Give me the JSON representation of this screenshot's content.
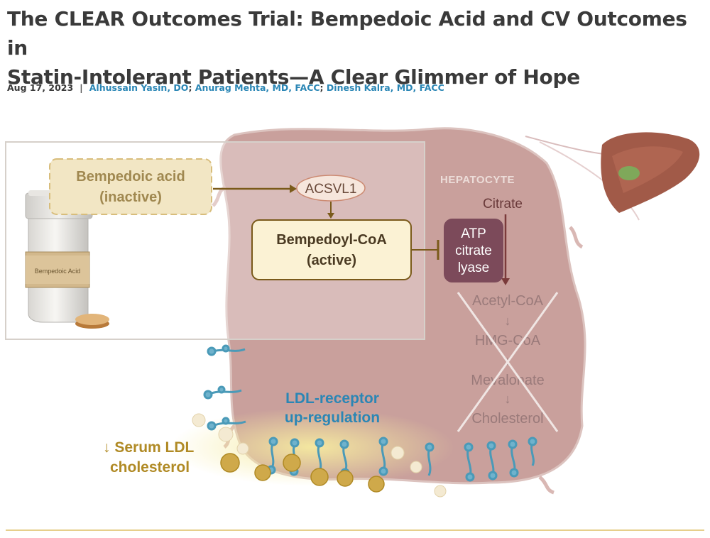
{
  "article": {
    "title_line1": "The CLEAR Outcomes Trial: Bempedoic Acid and CV Outcomes in",
    "title_line2": "Statin-Intolerant Patients—A Clear Glimmer of Hope",
    "date": "Aug 17, 2023",
    "separator": "|",
    "authors": [
      "Alhussain Yasin, DO",
      "Anurag Mehta, MD, FACC",
      "Dinesh Kalra, MD, FACC"
    ],
    "author_separator": ";"
  },
  "figure": {
    "bottle_label": "Bempedoic Acid",
    "drug_line1": "Bempedoic acid",
    "drug_line2": "(inactive)",
    "enzyme": "ACSVL1",
    "active_line1": "Bempedoyl-CoA",
    "active_line2": "(active)",
    "cell_label": "HEPATOCYTE",
    "citrate": "Citrate",
    "acl_line1": "ATP",
    "acl_line2": "citrate",
    "acl_line3": "lyase",
    "pathway": [
      "Acetyl-CoA",
      "HMG-CoA",
      "Mevalonate",
      "Cholesterol"
    ],
    "pathway_arrow": "↓",
    "ldlr_line1": "LDL-receptor",
    "ldlr_line2": "up-regulation",
    "serum_line1": "↓ Serum LDL",
    "serum_line2": "cholesterol"
  },
  "colors": {
    "title": "#3a3a3a",
    "author_link": "#2a86b5",
    "hepatocyte": "#c9a09c",
    "arrow_brown": "#7a5a1a",
    "acl_box": "#7c4a5a",
    "receptor_blue": "#4a9ab8",
    "ldl_gold": "#cfa94a",
    "gold_text": "#b08a25"
  }
}
